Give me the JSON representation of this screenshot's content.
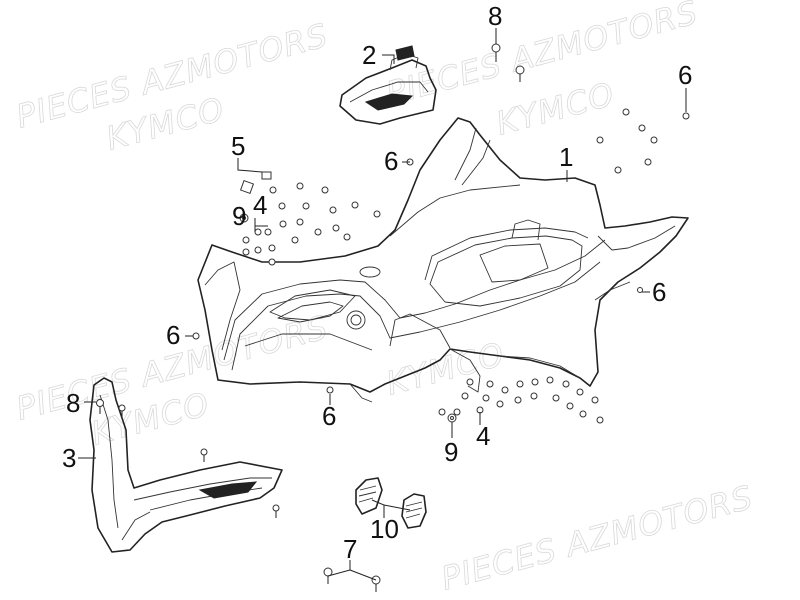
{
  "watermarks": [
    "PIECES AZMOTORS",
    "KYMCO",
    "PIECES AZMOTORS",
    "KYMCO",
    "PIECES AZMOTORS",
    "KYMCO",
    "PIECES AZMOTORS",
    "KYMCO"
  ],
  "callouts": {
    "c1": "1",
    "c2": "2",
    "c3": "3",
    "c4a": "4",
    "c4b": "4",
    "c5": "5",
    "c6a": "6",
    "c6b": "6",
    "c6c": "6",
    "c6d": "6",
    "c6e": "6",
    "c7": "7",
    "c8a": "8",
    "c8b": "8",
    "c9a": "9",
    "c9b": "9",
    "c10": "10"
  },
  "colors": {
    "line": "#222222",
    "watermark": "#d9d9d9",
    "background": "#ffffff"
  }
}
